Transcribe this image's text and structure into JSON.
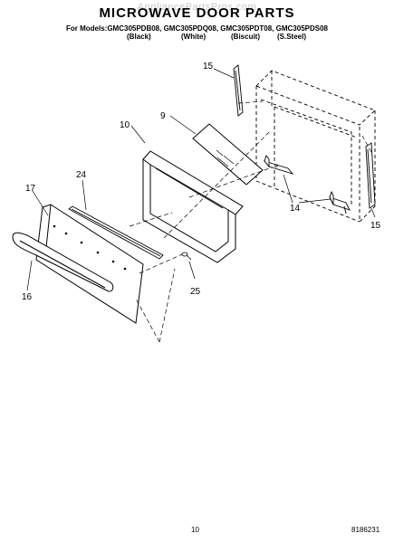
{
  "header": {
    "watermark": "AppliancePartsPros.com",
    "title": "MICROWAVE DOOR PARTS",
    "models_line": "For Models:GMC305PDB08, GMC305PDQ08, GMC305PDT08, GMC305PDS08",
    "colors": [
      "(Black)",
      "(White)",
      "(Biscuit)",
      "(S.Steel)"
    ]
  },
  "callouts": {
    "c15_top": "15",
    "c10": "10",
    "c9": "9",
    "c24": "24",
    "c17": "17",
    "c16": "16",
    "c25": "25",
    "c14": "14",
    "c15_right": "15"
  },
  "footer": {
    "page_number": "10",
    "doc_number": "8186231"
  }
}
